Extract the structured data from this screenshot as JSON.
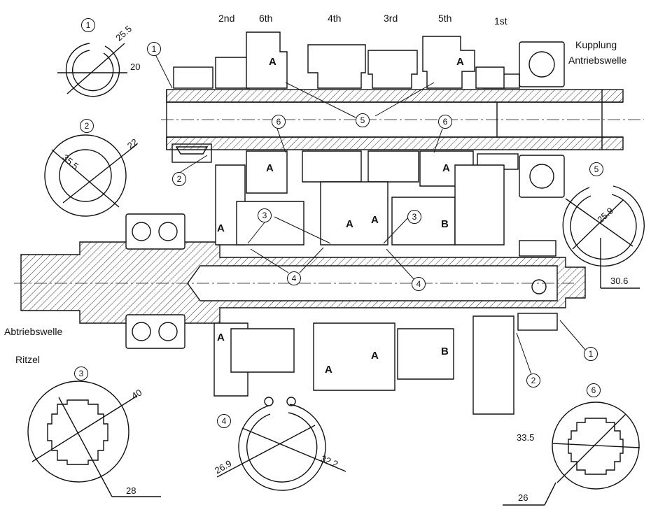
{
  "gear_labels": [
    "2nd",
    "6th",
    "4th",
    "3rd",
    "5th",
    "1st"
  ],
  "shaft_labels": {
    "input_shaft_line1": "Kupplung",
    "input_shaft_line2": "Antriebswelle",
    "output_shaft": "Abtriebswelle",
    "pinion": "Ritzel"
  },
  "callout_numbers": [
    "1",
    "2",
    "3",
    "4",
    "5",
    "6"
  ],
  "section_letters": {
    "a": "A",
    "b": "B"
  },
  "snap_rings": [
    {
      "id": "1",
      "dims": [
        "25.5",
        "20"
      ]
    },
    {
      "id": "2",
      "dims": [
        "35.5",
        "22"
      ]
    },
    {
      "id": "3",
      "dims": [
        "40",
        "28"
      ]
    },
    {
      "id": "4",
      "dims": [
        "26.9",
        "32.2"
      ]
    },
    {
      "id": "5",
      "dims": [
        "25.9",
        "30.6"
      ]
    },
    {
      "id": "6",
      "dims": [
        "33.5",
        "26"
      ]
    }
  ]
}
